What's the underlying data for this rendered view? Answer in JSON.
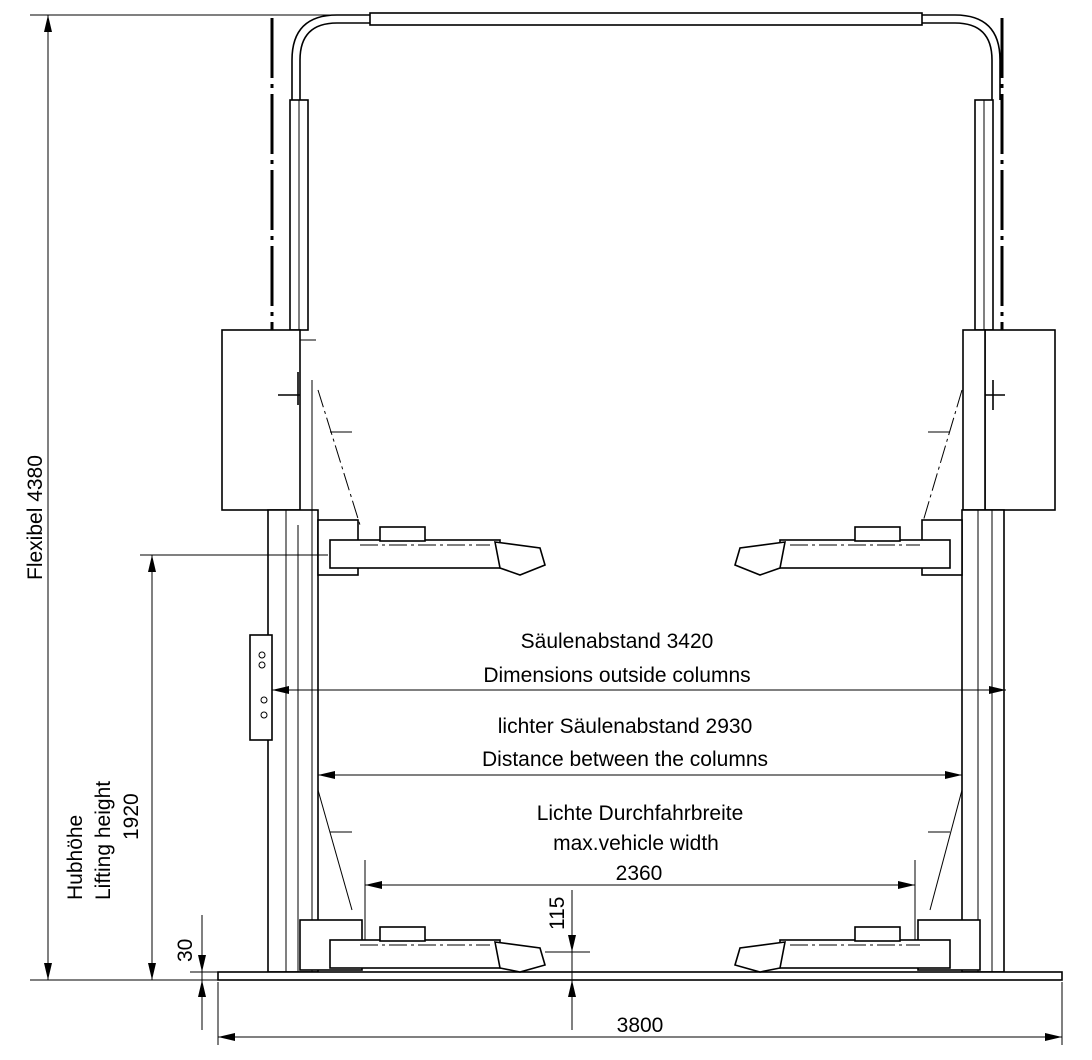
{
  "dimensions": {
    "overall_height": "Flexibel 4380",
    "lifting_height_de": "Hubhöhe",
    "lifting_height_en": "Lifting height",
    "lifting_height_value": "1920",
    "base_plate_height": "30",
    "arm_height": "115",
    "base_width": "3800",
    "outside_columns_de": "Säulenabstand 3420",
    "outside_columns_en": "Dimensions outside columns",
    "between_columns_de": "lichter Säulenabstand 2930",
    "between_columns_en": "Distance between the columns",
    "vehicle_width_de": "Lichte Durchfahrbreite",
    "vehicle_width_en": "max.vehicle width",
    "vehicle_width_value": "2360"
  }
}
